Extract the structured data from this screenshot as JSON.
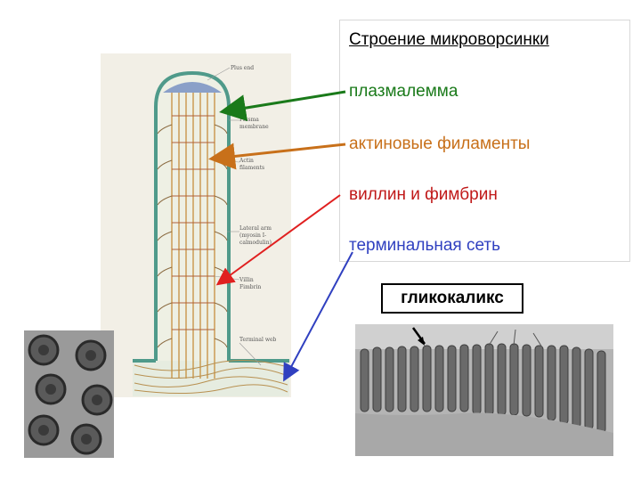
{
  "title": "Строение микроворсинки",
  "legend": [
    {
      "label": "плазмалемма",
      "color": "#1a7a1a"
    },
    {
      "label": "актиновые филаменты",
      "color": "#c8701a"
    },
    {
      "label": "виллин и фимбрин",
      "color": "#e02020"
    },
    {
      "label": "терминальная сеть",
      "color": "#3040c0"
    }
  ],
  "glycocalyx_label": "гликокаликс",
  "diagram_labels": {
    "plus_end": "Plus end",
    "plasma_membrane_1": "Plasma",
    "plasma_membrane_2": "membrane",
    "actin_1": "Actin",
    "actin_2": "filaments",
    "lateral_1": "Lateral arm",
    "lateral_2": "(myosin I-",
    "lateral_3": "calmodulin)",
    "villin_1": "Villin",
    "villin_2": "Fimbrin",
    "terminal_web": "Terminal web"
  }
}
